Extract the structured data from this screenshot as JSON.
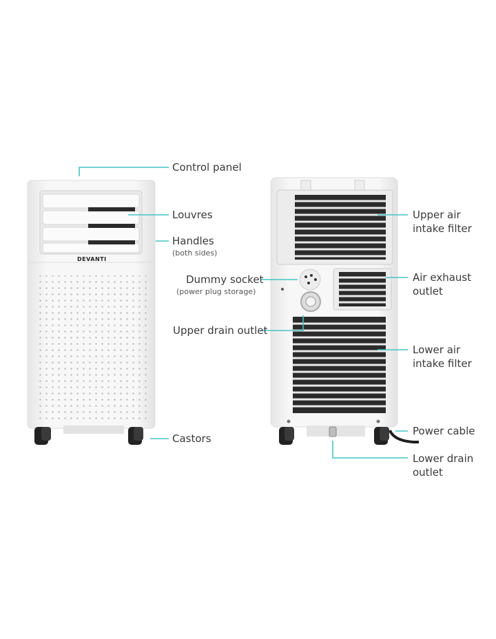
{
  "product": {
    "brand_logo": "DEVANTI",
    "views": [
      "front",
      "back"
    ]
  },
  "colors": {
    "callout_line": "#45c4c4",
    "unit_body": "#f4f4f4",
    "grille": "#2b2b2b",
    "text": "#3a3a3a"
  },
  "front_labels": {
    "control_panel": "Control panel",
    "louvres": "Louvres",
    "handles": "Handles",
    "handles_note": "(both sides)",
    "castors": "Castors"
  },
  "back_labels": {
    "upper_air_intake_line1": "Upper air",
    "upper_air_intake_line2": "intake filter",
    "air_exhaust_line1": "Air exhaust",
    "air_exhaust_line2": "outlet",
    "dummy_socket": "Dummy socket",
    "dummy_socket_note": "(power plug storage)",
    "upper_drain": "Upper drain outlet",
    "lower_air_intake_line1": "Lower air",
    "lower_air_intake_line2": "intake filter",
    "power_cable": "Power cable",
    "lower_drain_line1": "Lower drain",
    "lower_drain_line2": "outlet"
  }
}
